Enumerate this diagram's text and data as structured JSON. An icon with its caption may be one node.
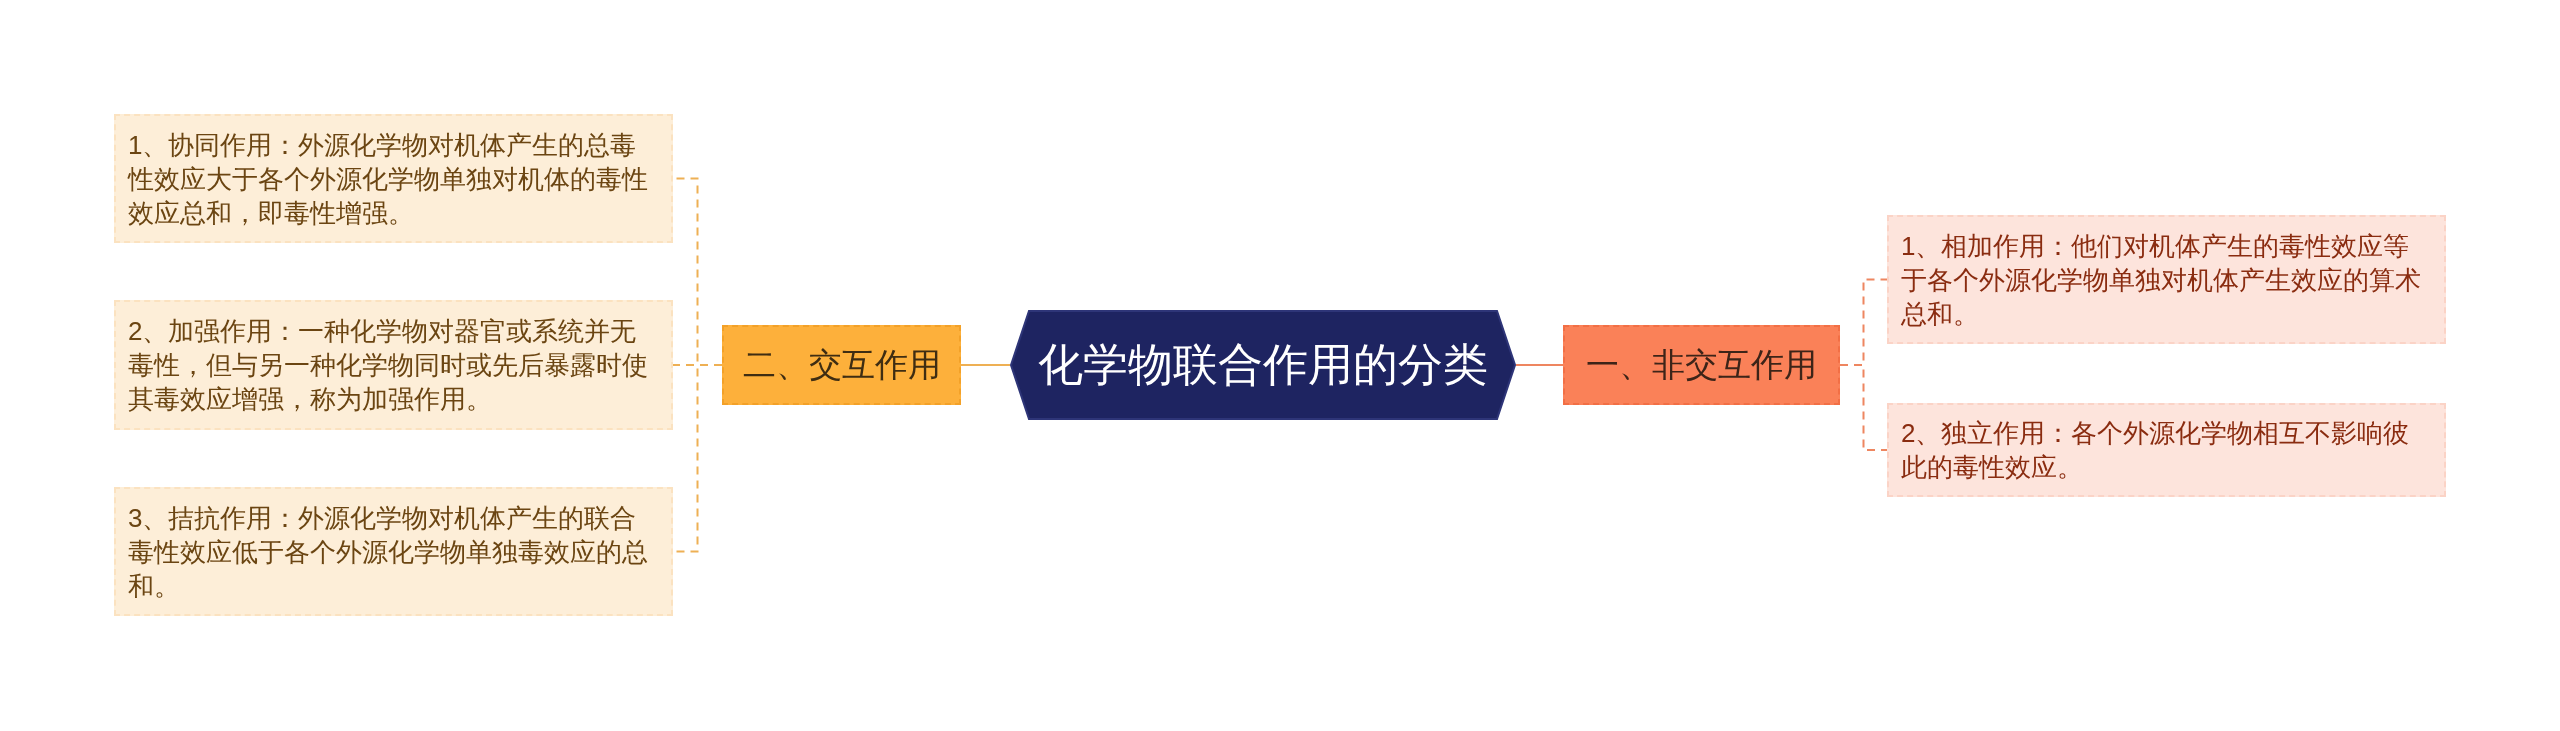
{
  "diagram": {
    "nodes": [
      {
        "text": [
          "化学物联合作用的分类"
        ]
      },
      {
        "text": [
          "一、非交互作用"
        ]
      },
      {
        "text": [
          "1、相加作用：他们对机体产生的毒性效应等于各个外源化学物单独对机体产生效应的算术总和。"
        ]
      },
      {
        "text": [
          "2、独立作用：各个外源化学物相互不影响彼此的毒性效应。"
        ]
      },
      {
        "text": [
          "二、交互作用"
        ]
      },
      {
        "text": [
          "1、协同作用：外源化学物对机体产生的总毒性效应大于各个外源化学物单独对机体的毒性效应总和，即毒性增强。"
        ]
      },
      {
        "text": [
          "2、加强作用：一种化学物对器官或系统并无毒性，但与另一种化学物同时或先后暴露时使其毒效应增强，称为加强作用。"
        ]
      },
      {
        "text": [
          "3、拮抗作用：外源化学物对机体产生的联合毒性效应低于各个外源化学物单独毒效应的总和。"
        ]
      }
    ],
    "edges": [
      {
        "from": 0,
        "to": 1,
        "arrow": "none",
        "color": "#ee8660"
      },
      {
        "from": 1,
        "to": 2,
        "arrow": "none",
        "style": "dashed",
        "color": "#ee8660"
      },
      {
        "from": 1,
        "to": 3,
        "arrow": "none",
        "style": "dashed",
        "color": "#ee8660"
      },
      {
        "from": 0,
        "to": 4,
        "arrow": "none"
      },
      {
        "from": 4,
        "to": 5,
        "arrow": "none",
        "style": "dashed"
      },
      {
        "from": 4,
        "to": 6,
        "arrow": "none",
        "style": "dashed"
      },
      {
        "from": 4,
        "to": 7,
        "arrow": "none",
        "style": "dashed"
      }
    ]
  }
}
